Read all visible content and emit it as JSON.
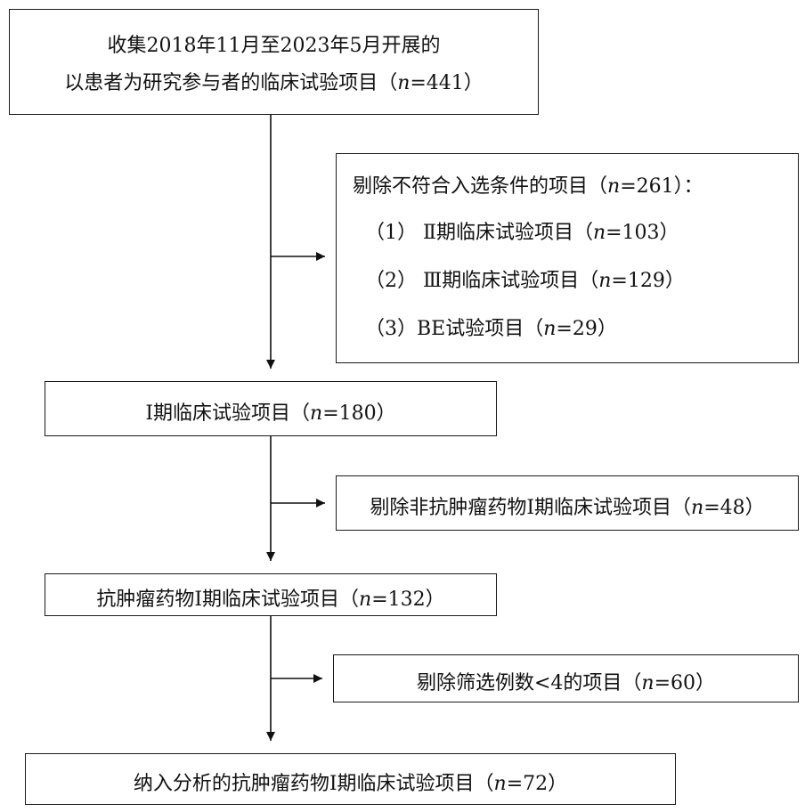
{
  "box1": {
    "line1": "收集2018年11月至2023年5月开展的",
    "line2_prefix": "以患者为研究参与者的临床试验项目（",
    "n_label": "n",
    "line2_suffix": "=441）"
  },
  "exclude1": {
    "title_prefix": "剔除不符合入选条件的项目（",
    "n_label": "n",
    "title_suffix": "=261）：",
    "items": [
      {
        "prefix": "（1） Ⅱ期临床试验项目（",
        "n_label": "n",
        "suffix": "=103）"
      },
      {
        "prefix": "（2） Ⅲ期临床试验项目（",
        "n_label": "n",
        "suffix": "=129）"
      },
      {
        "prefix": "（3）BE试验项目（",
        "n_label": "n",
        "suffix": "=29）"
      }
    ]
  },
  "box2": {
    "prefix": "Ⅰ期临床试验项目（",
    "n_label": "n",
    "suffix": "=180）"
  },
  "exclude2": {
    "prefix": "剔除非抗肿瘤药物Ⅰ期临床试验项目（",
    "n_label": "n",
    "suffix": "=48）"
  },
  "box3": {
    "prefix": "抗肿瘤药物Ⅰ期临床试验项目（",
    "n_label": "n",
    "suffix": "=132）"
  },
  "exclude3": {
    "prefix": "剔除筛选例数<4的项目（",
    "n_label": "n",
    "suffix": "=60）"
  },
  "box4": {
    "prefix": "纳入分析的抗肿瘤药物Ⅰ期临床试验项目（",
    "n_label": "n",
    "suffix": "=72）"
  }
}
